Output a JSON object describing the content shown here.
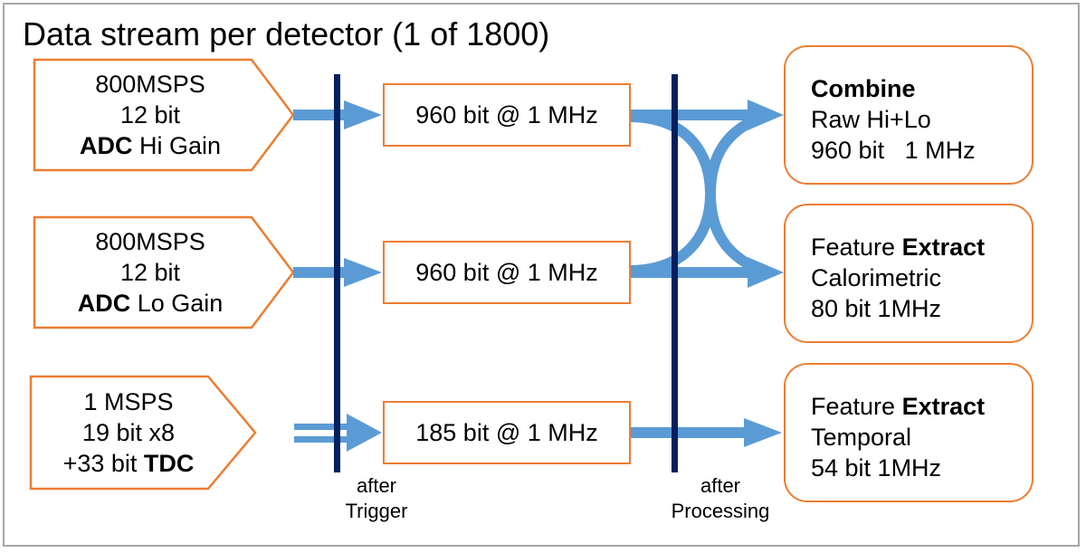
{
  "title": "Data stream per detector (1 of 1800)",
  "colors": {
    "box_border": "#ed7d31",
    "arrow": "#5b9bd5",
    "divider": "#002060",
    "frame": "#a6a6a6"
  },
  "sources": [
    {
      "line1": "800MSPS",
      "line2": "12 bit",
      "line3_bold": "ADC",
      "line3_rest": " Hi Gain"
    },
    {
      "line1": "800MSPS",
      "line2": "12 bit",
      "line3_bold": "ADC",
      "line3_rest": " Lo Gain"
    },
    {
      "line1": "1 MSPS",
      "line2": "19 bit x8",
      "line3_rest": "+33 bit ",
      "line3_bold": "TDC"
    }
  ],
  "middle": [
    {
      "label": "960 bit @ 1 MHz"
    },
    {
      "label": "960 bit @ 1 MHz"
    },
    {
      "label": "185 bit @ 1 MHz"
    }
  ],
  "outputs": [
    {
      "line1_bold": "Combine",
      "line2": "Raw Hi+Lo",
      "line3": "960 bit   1 MHz"
    },
    {
      "line1_plain": "Feature ",
      "line1_bold": "Extract",
      "line2": "Calorimetric",
      "line3": "80 bit 1MHz"
    },
    {
      "line1_plain": "Feature ",
      "line1_bold": "Extract",
      "line2": "Temporal",
      "line3": "54 bit 1MHz"
    }
  ],
  "stage_labels": {
    "trigger": {
      "line1": "after",
      "line2": "Trigger"
    },
    "processing": {
      "line1": "after",
      "line2": "Processing"
    }
  }
}
